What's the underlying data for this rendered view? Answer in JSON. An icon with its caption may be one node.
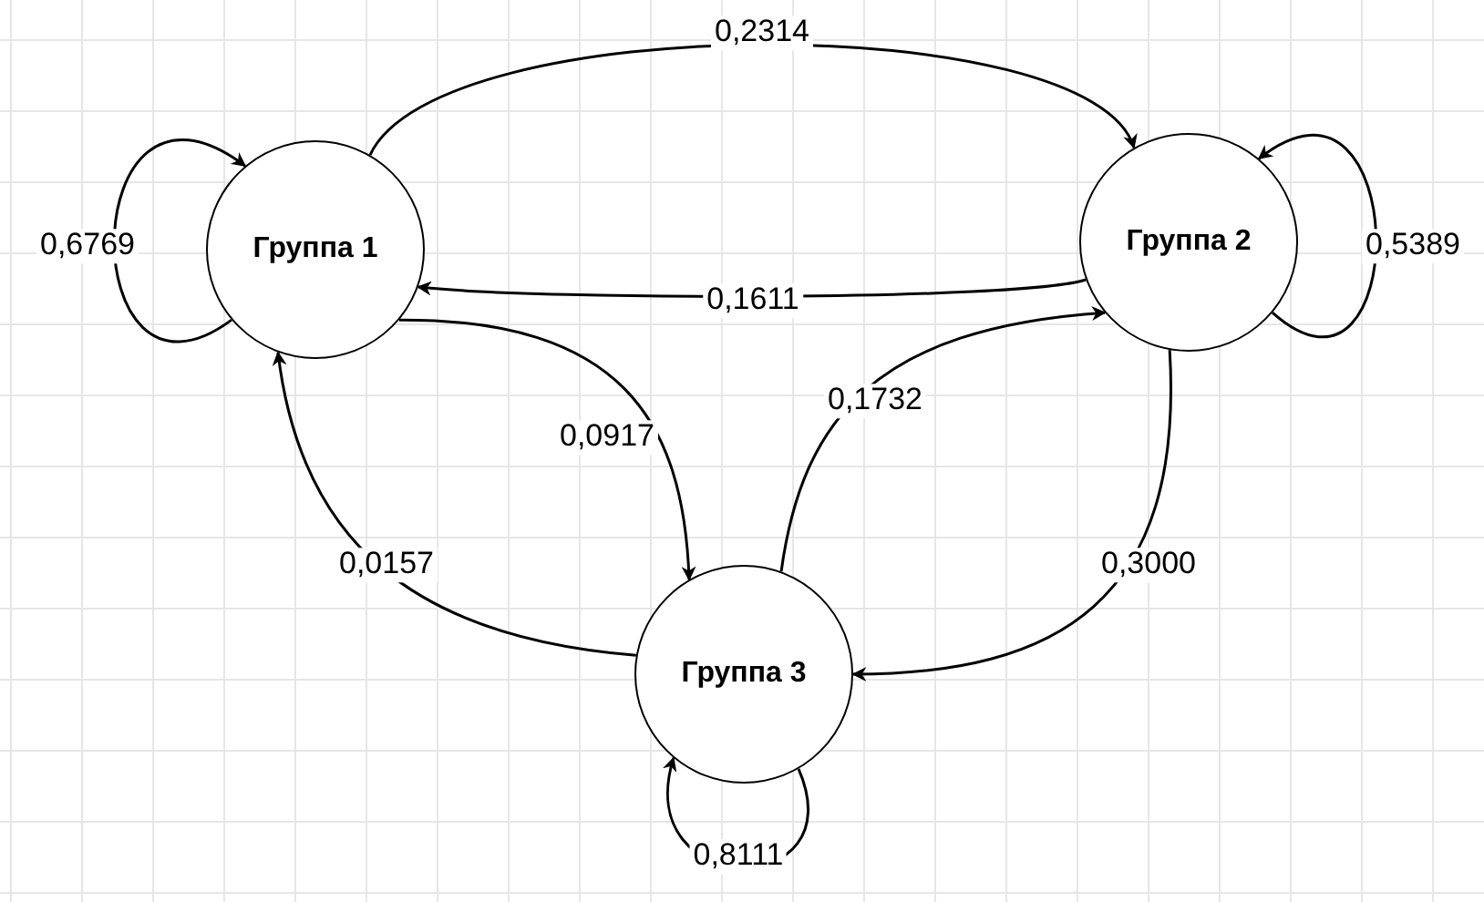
{
  "diagram": {
    "nodes": [
      {
        "text": [
          "Группа 1"
        ]
      },
      {
        "text": [
          "Группа 2"
        ]
      },
      {
        "text": [
          "Группа 3"
        ]
      }
    ],
    "edges": [
      {
        "from": 0,
        "to": 0,
        "label": "0,6769",
        "arrow": "to"
      },
      {
        "from": 0,
        "to": 1,
        "label": "0,2314",
        "arrow": "to"
      },
      {
        "from": 1,
        "to": 0,
        "label": "0,1611",
        "arrow": "to"
      },
      {
        "from": 1,
        "to": 1,
        "label": "0,5389",
        "arrow": "to"
      },
      {
        "from": 0,
        "to": 2,
        "label": "0,0917",
        "arrow": "to"
      },
      {
        "from": 2,
        "to": 1,
        "label": "0,1732",
        "arrow": "to"
      },
      {
        "from": 2,
        "to": 0,
        "label": "0,0157",
        "arrow": "to"
      },
      {
        "from": 1,
        "to": 2,
        "label": "0,3000",
        "arrow": "to"
      },
      {
        "from": 2,
        "to": 2,
        "label": "0,8111",
        "arrow": "to"
      }
    ]
  }
}
